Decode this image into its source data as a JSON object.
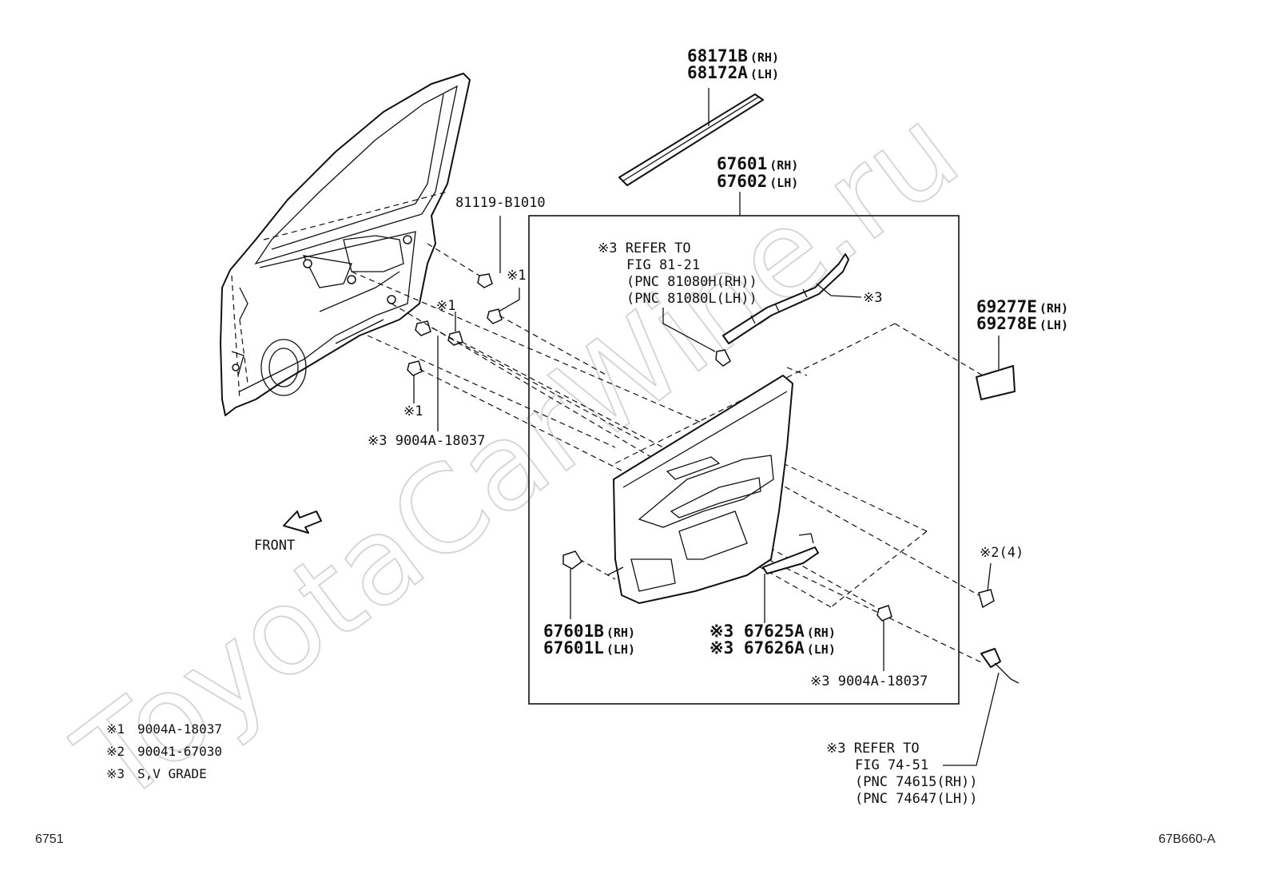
{
  "watermark": "ToyotaCarWine.ru",
  "parts": {
    "weatherstrip": {
      "rh": "68171B",
      "rh_suffix": "(RH)",
      "lh": "68172A",
      "lh_suffix": "(LH)"
    },
    "door_trim_board": {
      "rh": "67601",
      "rh_suffix": "(RH)",
      "lh": "67602",
      "lh_suffix": "(LH)"
    },
    "clip_81119": "81119-B1010",
    "mark1_a": "※1",
    "mark1_b": "※1",
    "mark1_c": "※1",
    "clip_9004a_left": "※3 9004A-18037",
    "refer_81_21": {
      "line1": "※3 REFER TO",
      "line2": "FIG 81-21",
      "line3": "(PNC 81080H(RH))",
      "line4": "(PNC 81080L(LH))"
    },
    "mark3_wire": "※3",
    "cover_69277": {
      "rh": "69277E",
      "rh_suffix": "(RH)",
      "lh": "69278E",
      "lh_suffix": "(LH)"
    },
    "front_label": "FRONT",
    "pad_67601b": {
      "rh": "67601B",
      "rh_suffix": "(RH)",
      "lh": "67601L",
      "lh_suffix": "(LH)"
    },
    "bracket_67625": {
      "rh": "※3 67625A",
      "rh_suffix": "(RH)",
      "lh": "※3 67626A",
      "lh_suffix": "(LH)"
    },
    "clip_9004a_right": "※3 9004A-18037",
    "screw_mark": "※2(4)",
    "refer_74_51": {
      "line1": "※3 REFER TO",
      "line2": "FIG 74-51",
      "line3": "(PNC 74615(RH))",
      "line4": "(PNC 74647(LH))"
    }
  },
  "legend": [
    {
      "mark": "※1",
      "text": "9004A-18037"
    },
    {
      "mark": "※2",
      "text": "90041-67030"
    },
    {
      "mark": "※3",
      "text": "S,V GRADE"
    }
  ],
  "page_number": "6751",
  "figure_code": "67B660-A"
}
